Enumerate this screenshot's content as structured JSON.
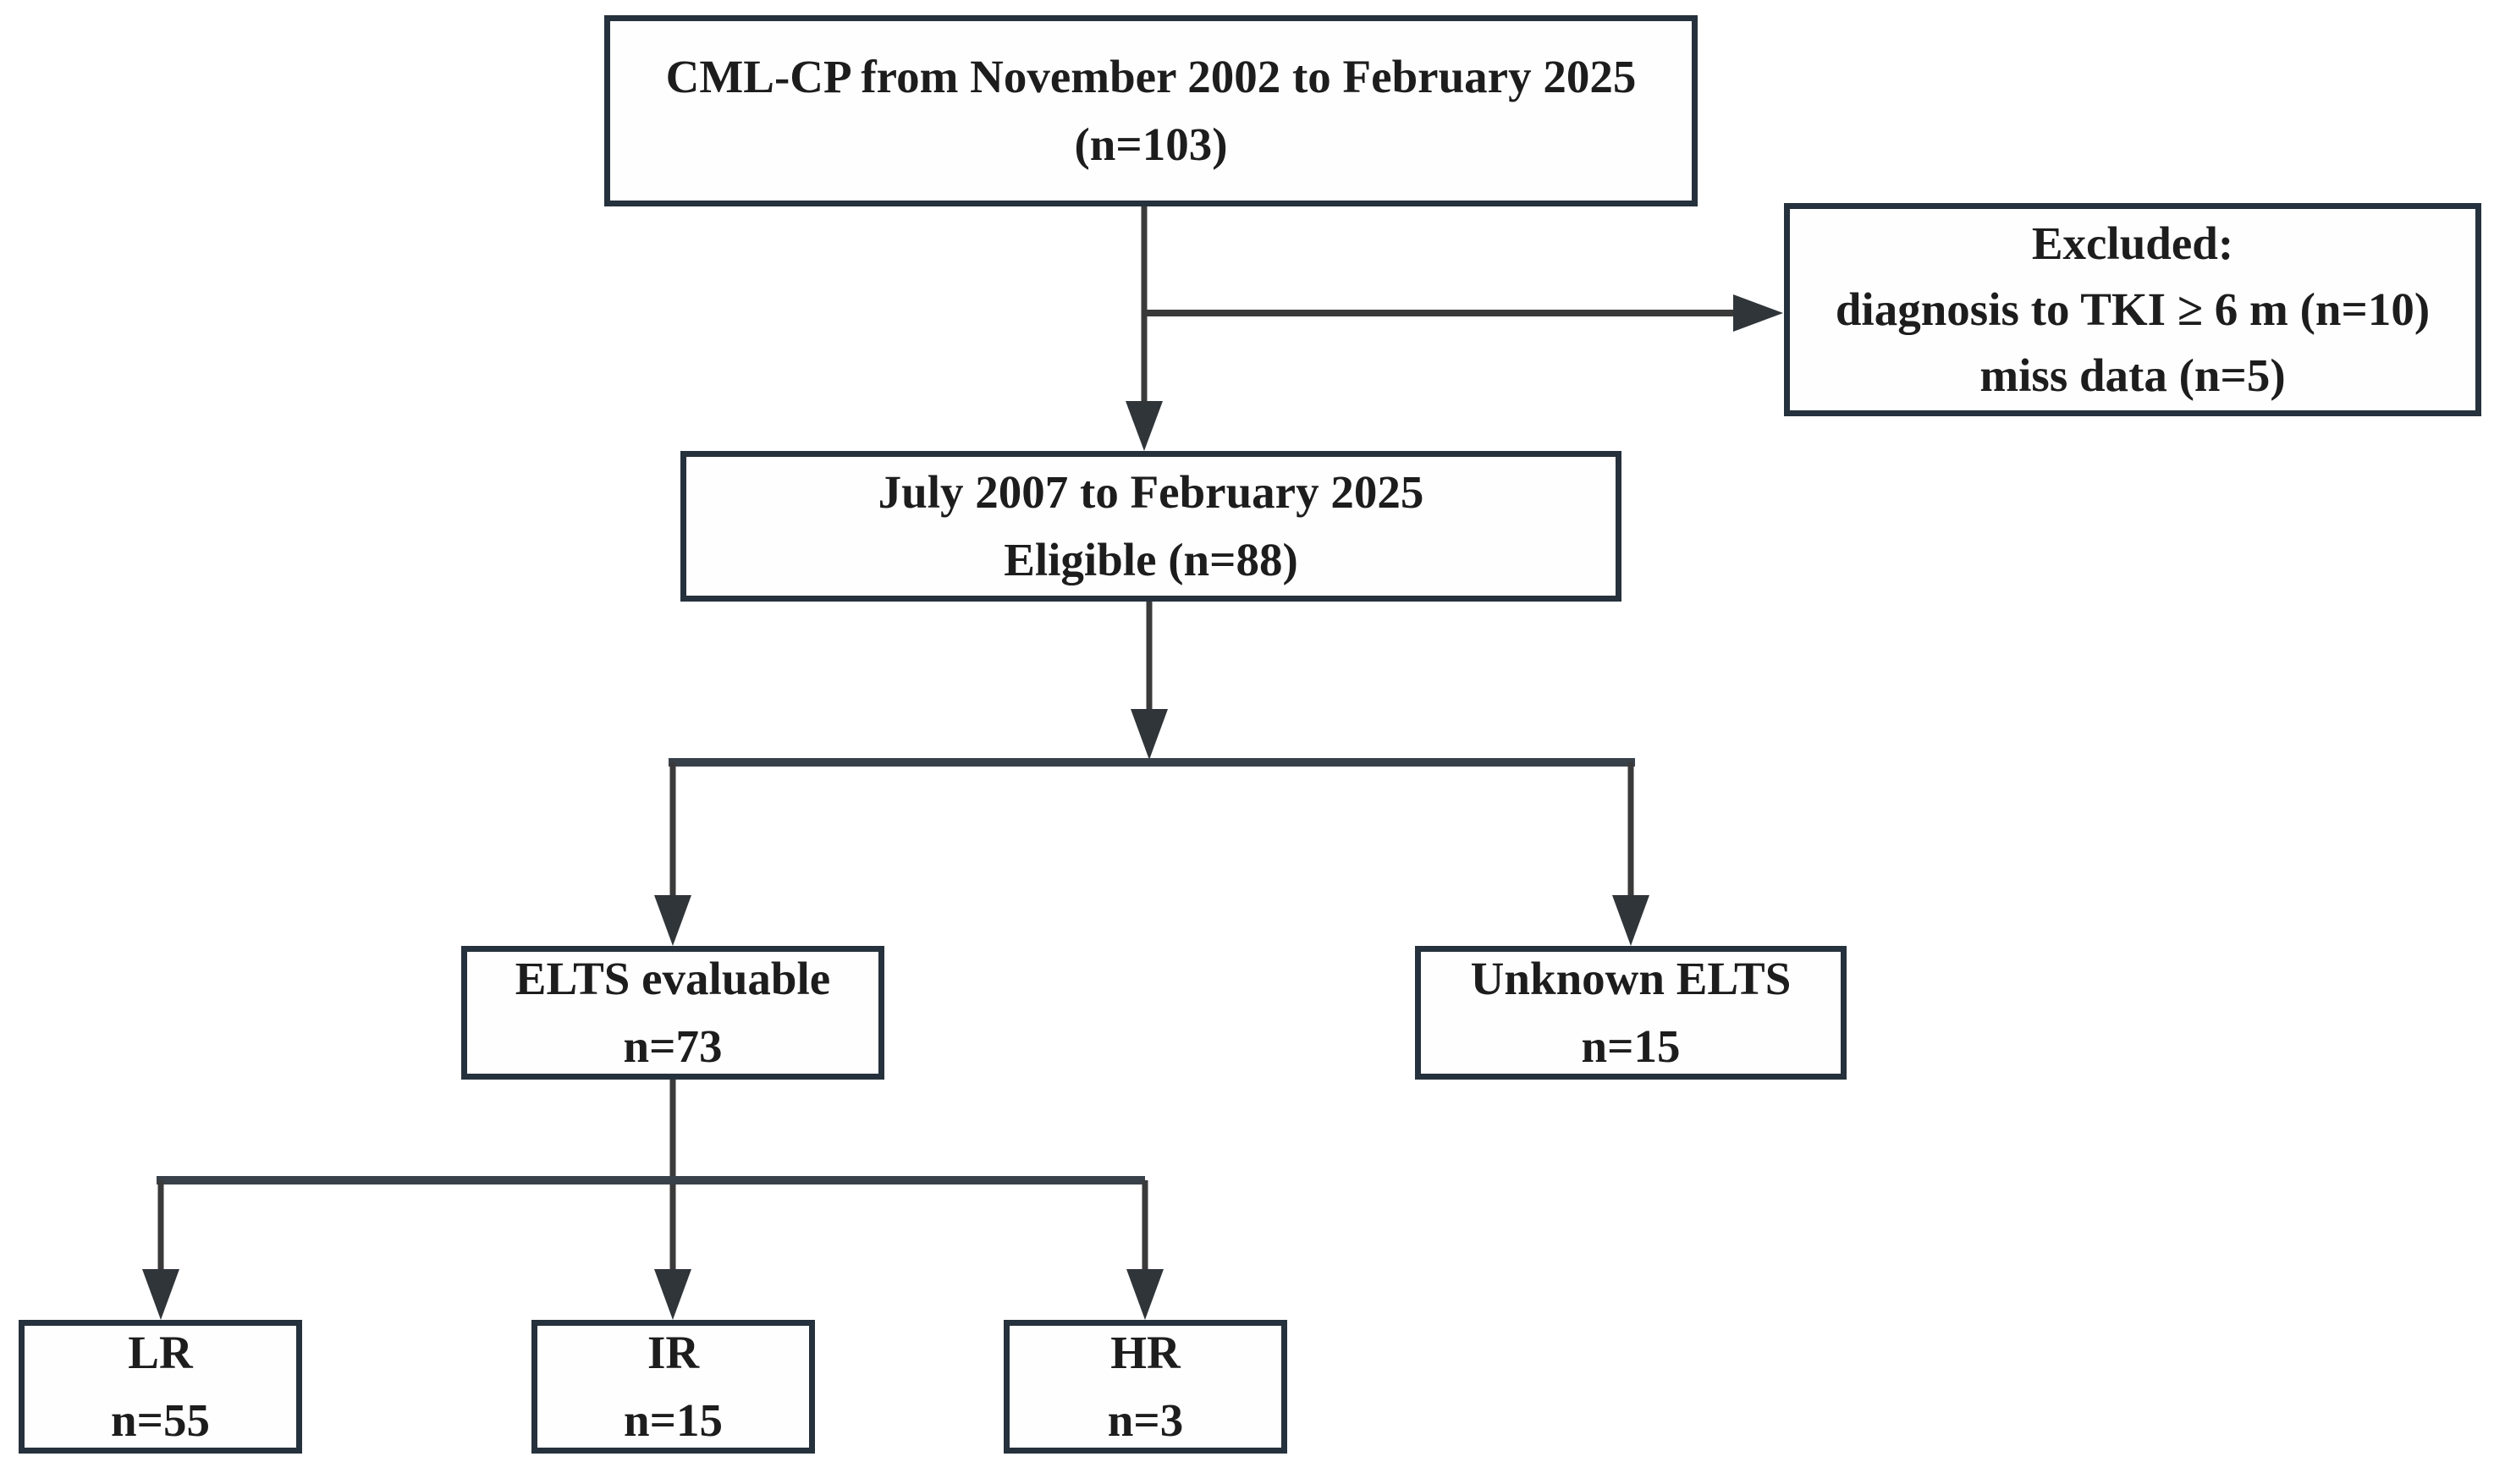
{
  "boxes": {
    "source": {
      "lines": [
        "CML-CP from November 2002 to February 2025",
        "(n=103)"
      ]
    },
    "excluded": {
      "lines": [
        "Excluded:",
        "diagnosis to TKI ≥ 6 m (n=10)",
        "miss data (n=5)"
      ]
    },
    "eligible": {
      "lines": [
        "July 2007 to February 2025",
        "Eligible (n=88)"
      ]
    },
    "elts_evaluable": {
      "lines": [
        "ELTS evaluable",
        "n=73"
      ]
    },
    "unknown_elts": {
      "lines": [
        "Unknown ELTS",
        "n=15"
      ]
    },
    "lr": {
      "lines": [
        "LR",
        "n=55"
      ]
    },
    "ir": {
      "lines": [
        "IR",
        "n=15"
      ]
    },
    "hr": {
      "lines": [
        "HR",
        "n=3"
      ]
    }
  },
  "colors": {
    "box_border": "#25313c",
    "box_fill": "#fefefe",
    "text": "#1d1d1d",
    "connector_line": "#3a3a3a",
    "arrowhead": "#303539",
    "background": "#ffffff"
  }
}
